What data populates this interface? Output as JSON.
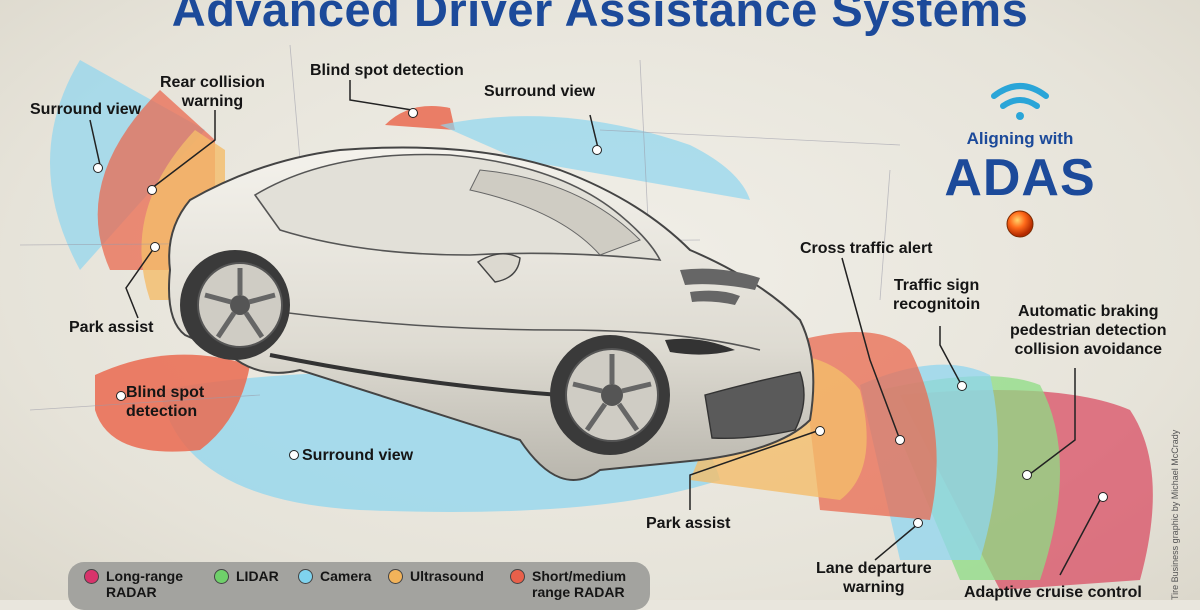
{
  "title": "Advanced Driver Assistance Systems",
  "labels": {
    "surround_view_left": "Surround view",
    "rear_collision_warning": "Rear collision\nwarning",
    "blind_spot_top": "Blind spot detection",
    "surround_view_top": "Surround view",
    "park_assist_left": "Park assist",
    "blind_spot_bottom": "Blind spot\ndetection",
    "surround_view_bottom": "Surround view",
    "cross_traffic_alert": "Cross traffic alert",
    "traffic_sign": "Traffic sign\nrecognitoin",
    "auto_braking": "Automatic braking\npedestrian detection\ncollision avoidance",
    "park_assist_right": "Park assist",
    "lane_departure": "Lane departure\nwarning",
    "adaptive_cruise": "Adaptive cruise control"
  },
  "logo": {
    "line1": "Aligning with",
    "line2": "ADAS",
    "icon": "wifi-signal-icon",
    "accent": "#1c4a9a"
  },
  "legend": [
    {
      "label": "Long-range\nRADAR",
      "color": "#d8336b"
    },
    {
      "label": "LIDAR",
      "color": "#6fd06a"
    },
    {
      "label": "Camera",
      "color": "#7fd3ee"
    },
    {
      "label": "Ultrasound",
      "color": "#f2b35a"
    },
    {
      "label": "Short/medium\nrange RADAR",
      "color": "#e8604a"
    }
  ],
  "credit": "Tire Business graphic by Michael McCrady",
  "colors": {
    "camera": "#8fd6ef",
    "ultrasound": "#f4bd6a",
    "short_radar": "#ea6a50",
    "lidar": "#8ddc84",
    "long_radar": "#d9455d"
  }
}
